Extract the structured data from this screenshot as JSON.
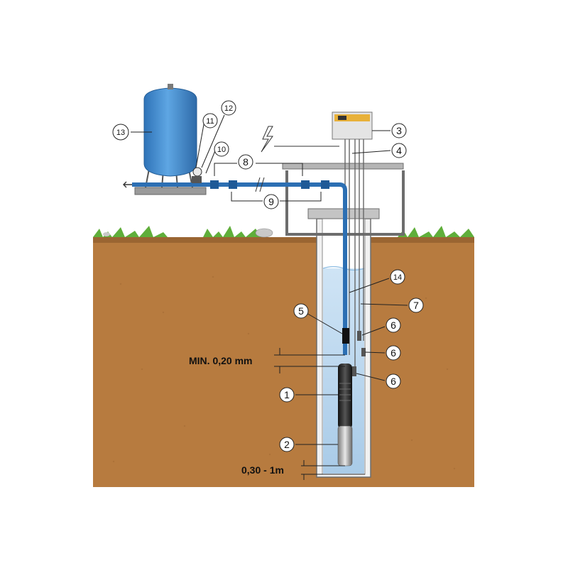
{
  "callouts": [
    {
      "id": "1"
    },
    {
      "id": "2"
    },
    {
      "id": "3"
    },
    {
      "id": "4"
    },
    {
      "id": "5"
    },
    {
      "id": "6"
    },
    {
      "id": "6"
    },
    {
      "id": "6"
    },
    {
      "id": "7"
    },
    {
      "id": "8"
    },
    {
      "id": "9"
    },
    {
      "id": "10"
    },
    {
      "id": "11"
    },
    {
      "id": "12"
    },
    {
      "id": "13"
    },
    {
      "id": "14"
    }
  ],
  "dimensions": {
    "min_gap": "MIN. 0,20 mm",
    "bottom_gap": "0,30 - 1m"
  },
  "colors": {
    "soil": "#b77b3f",
    "soil_dark": "#9a6532",
    "grass": "#5fae3a",
    "water": "#b9d8ef",
    "tank": "#4a90d0",
    "pipe": "#2c6fb3",
    "control_box_panel": "#e8b13a"
  }
}
